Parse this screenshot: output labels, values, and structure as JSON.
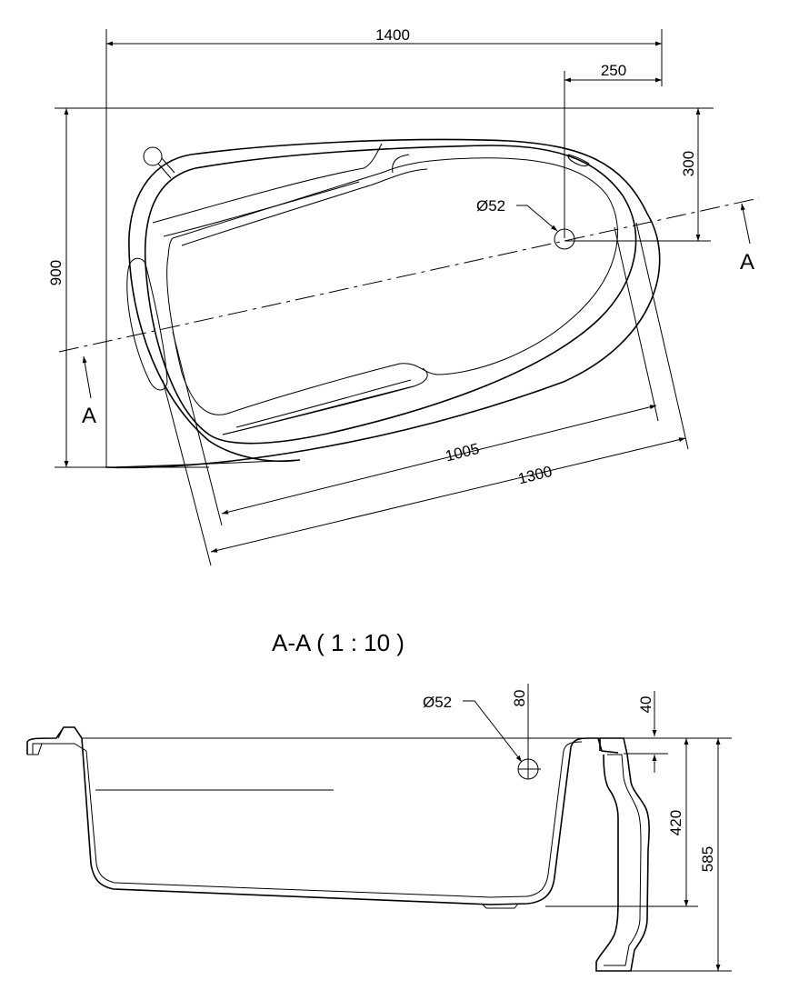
{
  "plan_view": {
    "dimensions": {
      "width": "1400",
      "drain_offset": "250",
      "depth": "900",
      "drain_from_top": "300",
      "inner_length": "1005",
      "outer_length": "1300"
    },
    "drain_diameter": "Ø52",
    "section_marker_left": "A",
    "section_marker_right": "A"
  },
  "section_view": {
    "title": "A-A  ( 1 : 10 )",
    "drain_diameter": "Ø52",
    "dimensions": {
      "overflow_offset": "80",
      "panel_offset": "40",
      "inner_depth": "420",
      "total_height": "585"
    }
  }
}
